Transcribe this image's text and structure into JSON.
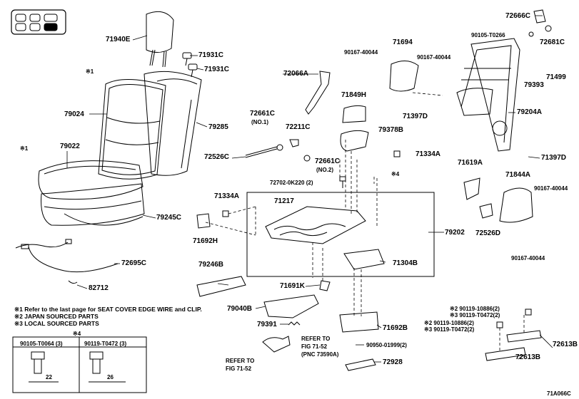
{
  "labels": {
    "p71940e": "71940E",
    "p71931c_a": "71931C",
    "p71931c_b": "71931C",
    "p79024": "79024",
    "p79285": "79285",
    "p79022": "79022",
    "p79245c": "79245C",
    "p72695c": "72695C",
    "p82712": "82712",
    "p72066a": "72066A",
    "p72661c_a": "72661C",
    "p72661c_a_note": "(NO.1)",
    "p72211c": "72211C",
    "p72526c": "72526C",
    "p72661c_b": "72661C",
    "p72661c_b_note": "(NO.2)",
    "p72702": "72702-0K220 (2)",
    "p71849h": "71849H",
    "p79378b": "79378B",
    "p71334a_a": "71334A",
    "p71334a_b": "71334A",
    "p71217": "71217",
    "p71692h": "71692H",
    "p79202": "79202",
    "p71304b": "71304B",
    "p79246b": "79246B",
    "p71691k": "71691K",
    "p79040b": "79040B",
    "p79391": "79391",
    "p71692b": "71692B",
    "p90950": "90950-01999(2)",
    "p72928": "72928",
    "p90167_1": "90167-40044",
    "p71694": "71694",
    "p90167_2": "90167-40044",
    "p71397d_a": "71397D",
    "p72666c": "72666C",
    "p90105_t0266": "90105-T0266",
    "p72681c": "72681C",
    "p71499": "71499",
    "p79393": "79393",
    "p79204a": "79204A",
    "p71397d_b": "71397D",
    "p71619a": "71619A",
    "p71844a": "71844A",
    "p90167_3": "90167-40044",
    "p72526d": "72526D",
    "p90167_4": "90167-40044",
    "p90119_a": "※2 90119-10886(2)",
    "p90119_b": "※3 90119-T0472(2)",
    "p90119_c": "※2 90119-10886(2)",
    "p90119_d": "※3 90119-T0472(2)",
    "p72613b_a": "72613B",
    "p72613b_b": "72613B",
    "ref1_a": "REFER TO",
    "ref1_b": "FIG 71-52",
    "ref1_c": "(PNC 73590A)",
    "ref2_a": "REFER TO",
    "ref2_b": "FIG 71-52",
    "star4": "※4",
    "mark1_a": "※1",
    "mark1_b": "※1",
    "code": "71A066C"
  },
  "notes": [
    "※1  Refer to the last page for SEAT COVER EDGE WIRE and CLIP.",
    "※2  JAPAN SOURCED PARTS",
    "※3  LOCAL SOURCED PARTS"
  ],
  "legend": {
    "title": "※4",
    "col1": "90105-T0064 (3)",
    "col2": "90119-T0472 (3)",
    "dim1": "22",
    "dim2": "26"
  }
}
